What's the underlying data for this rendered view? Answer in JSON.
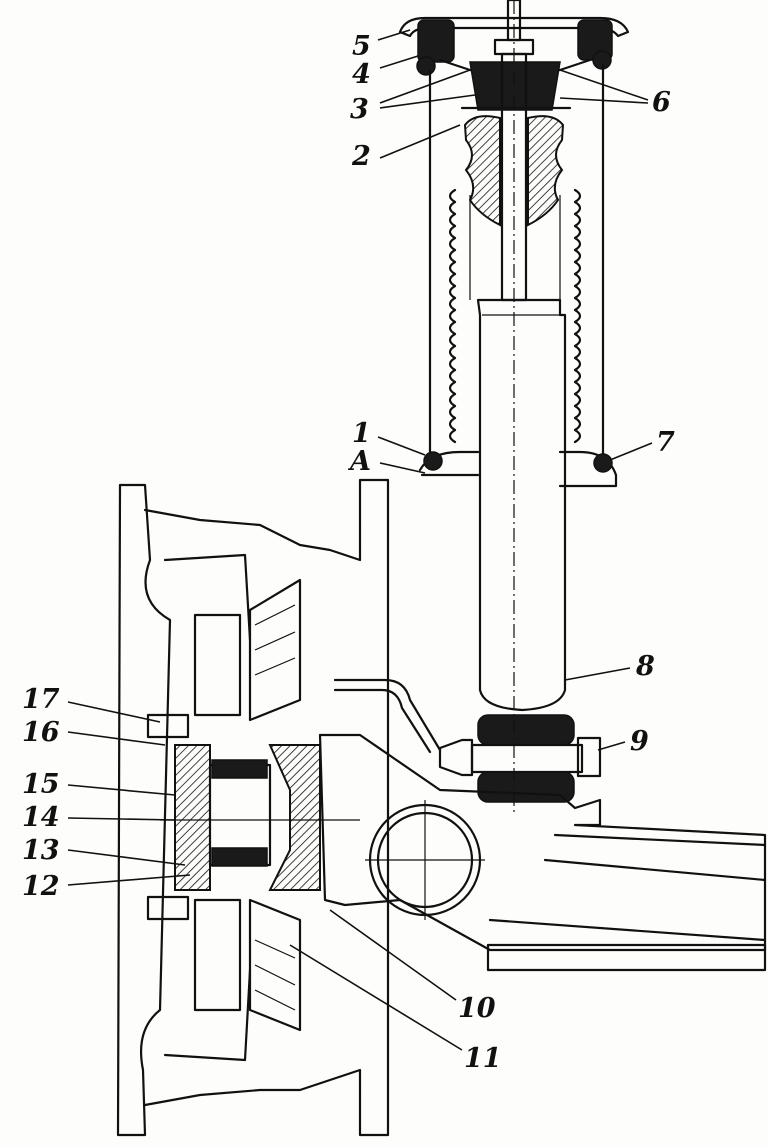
{
  "labels": [
    {
      "key": "5",
      "text": "5"
    },
    {
      "key": "4",
      "text": "4"
    },
    {
      "key": "3",
      "text": "3"
    },
    {
      "key": "6",
      "text": "6"
    },
    {
      "key": "2",
      "text": "2"
    },
    {
      "key": "1",
      "text": "1"
    },
    {
      "key": "A",
      "text": "A"
    },
    {
      "key": "7",
      "text": "7"
    },
    {
      "key": "8",
      "text": "8"
    },
    {
      "key": "9",
      "text": "9"
    },
    {
      "key": "17",
      "text": "17"
    },
    {
      "key": "16",
      "text": "16"
    },
    {
      "key": "15",
      "text": "15"
    },
    {
      "key": "14",
      "text": "14"
    },
    {
      "key": "13",
      "text": "13"
    },
    {
      "key": "12",
      "text": "12"
    },
    {
      "key": "10",
      "text": "10"
    },
    {
      "key": "11",
      "text": "11"
    }
  ]
}
